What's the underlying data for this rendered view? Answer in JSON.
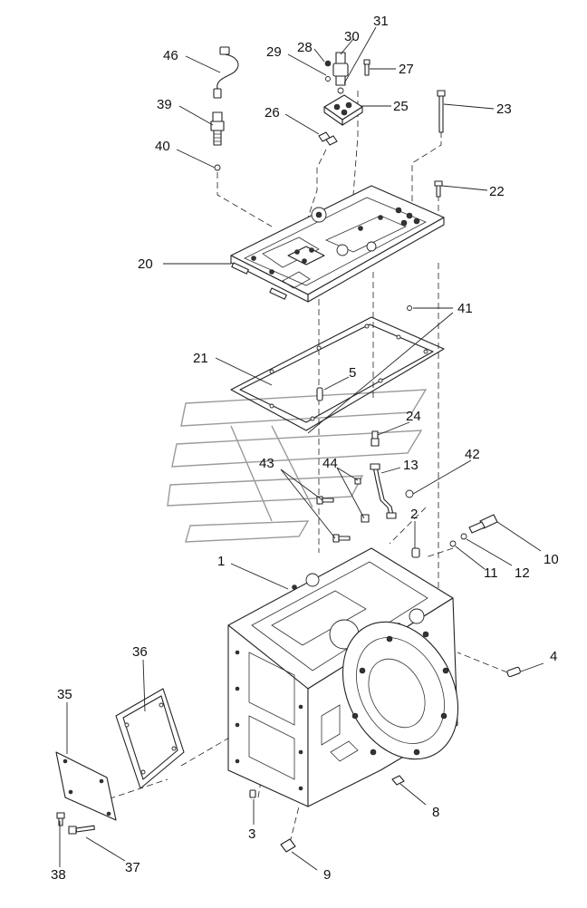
{
  "callouts": {
    "c1": "1",
    "c2": "2",
    "c3": "3",
    "c4": "4",
    "c5": "5",
    "c8": "8",
    "c9": "9",
    "c10": "10",
    "c11": "11",
    "c12": "12",
    "c13": "13",
    "c20": "20",
    "c21": "21",
    "c22": "22",
    "c23": "23",
    "c24": "24",
    "c25": "25",
    "c26": "26",
    "c27": "27",
    "c28": "28",
    "c29": "29",
    "c30": "30",
    "c31": "31",
    "c35": "35",
    "c36": "36",
    "c37": "37",
    "c38": "38",
    "c39": "39",
    "c40": "40",
    "c41": "41",
    "c42": "42",
    "c43": "43",
    "c44": "44",
    "c46": "46"
  }
}
